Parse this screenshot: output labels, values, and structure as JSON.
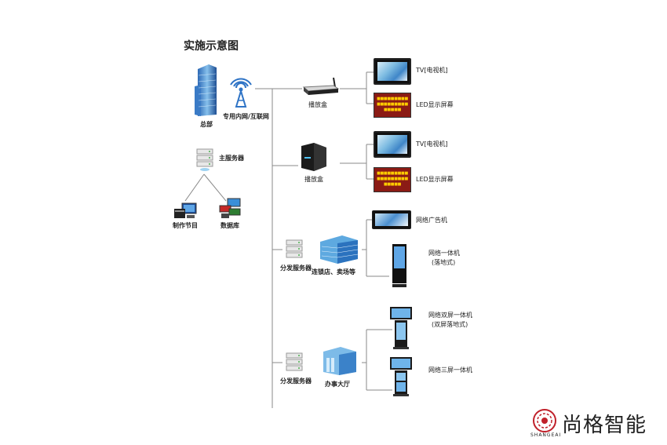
{
  "title": "实施示意图",
  "hq": {
    "label": "总部"
  },
  "network": {
    "label": "专用内网/互联网"
  },
  "main_server": {
    "label": "主服务器"
  },
  "production": {
    "label": "制作节目"
  },
  "database": {
    "label": "数据库"
  },
  "branch1": {
    "box_label": "播放盒",
    "tv_label": "TV[电视机]",
    "led_label": "LED显示屏幕"
  },
  "branch2": {
    "box_label": "播放盒",
    "tv_label": "TV[电视机]",
    "led_label": "LED显示屏幕"
  },
  "branch3": {
    "server_label": "分发服务器",
    "site_label": "连锁店、卖场等",
    "ad_label": "网络广告机",
    "kiosk_label_1": "网络一体机",
    "kiosk_label_2": "(落地式)"
  },
  "branch4": {
    "server_label": "分发服务器",
    "site_label": "办事大厅",
    "dual_label_1": "网络双屏一体机",
    "dual_label_2": "(双屏落地式)",
    "triple_label": "网络三屏一体机"
  },
  "brand": {
    "name": "尚格智能",
    "sub": "SHANGEAI"
  },
  "colors": {
    "line": "#888888",
    "led_bg": "#8b1b15",
    "led_text": "#ffcc00",
    "brand_red": "#c0202a"
  }
}
